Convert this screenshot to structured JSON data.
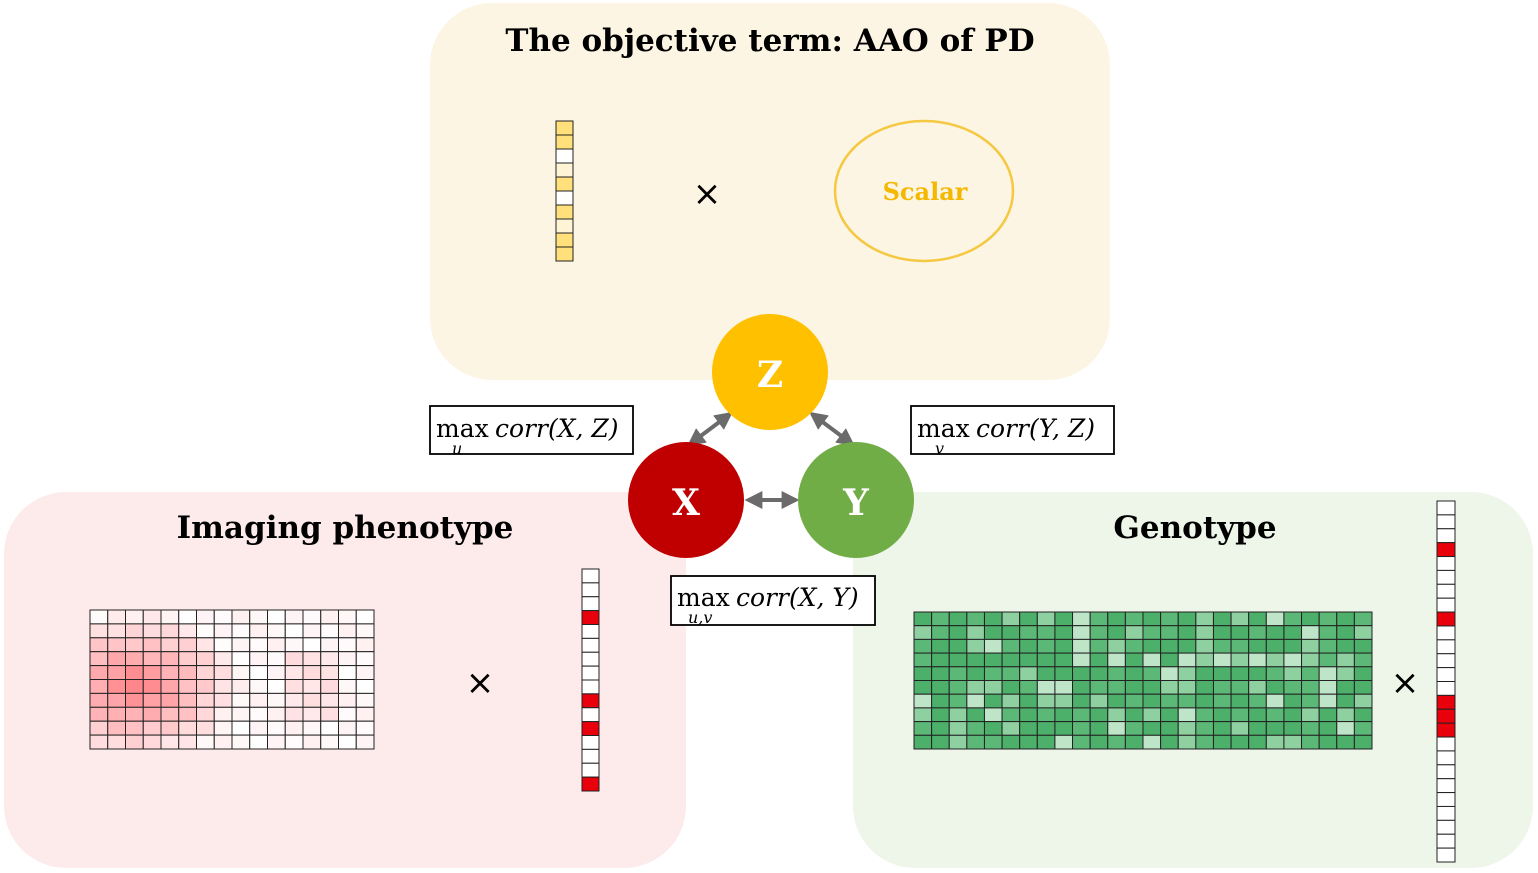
{
  "panels": {
    "objective": {
      "title": "The objective term: AAO of PD",
      "scalar_label": "Scalar",
      "times": "×",
      "fill": "#fdf5e3",
      "cell_colors": [
        "#ffe07a",
        "#fff5d6",
        "#ffffff"
      ]
    },
    "imaging": {
      "title": "Imaging phenotype",
      "times": "×",
      "fill": "#fdebeb",
      "highlight": "#e8000b"
    },
    "genotype": {
      "title": "Genotype",
      "times": "×",
      "fill": "#eef5e9",
      "highlight": "#e8000b"
    }
  },
  "nodes": {
    "z": {
      "label": "Z",
      "color": "#ffc000"
    },
    "x": {
      "label": "X",
      "color": "#c00000"
    },
    "y": {
      "label": "Y",
      "color": "#70ad47"
    }
  },
  "formulas": {
    "xz": {
      "max": "max",
      "sub": "u",
      "expr": "corr(X, Z)"
    },
    "yz": {
      "max": "max",
      "sub": "v",
      "expr": "corr(Y, Z)"
    },
    "xy": {
      "max": "max",
      "sub": "u,v",
      "expr": "corr(X, Y)"
    }
  },
  "arrow_color": "#6b6b6b"
}
